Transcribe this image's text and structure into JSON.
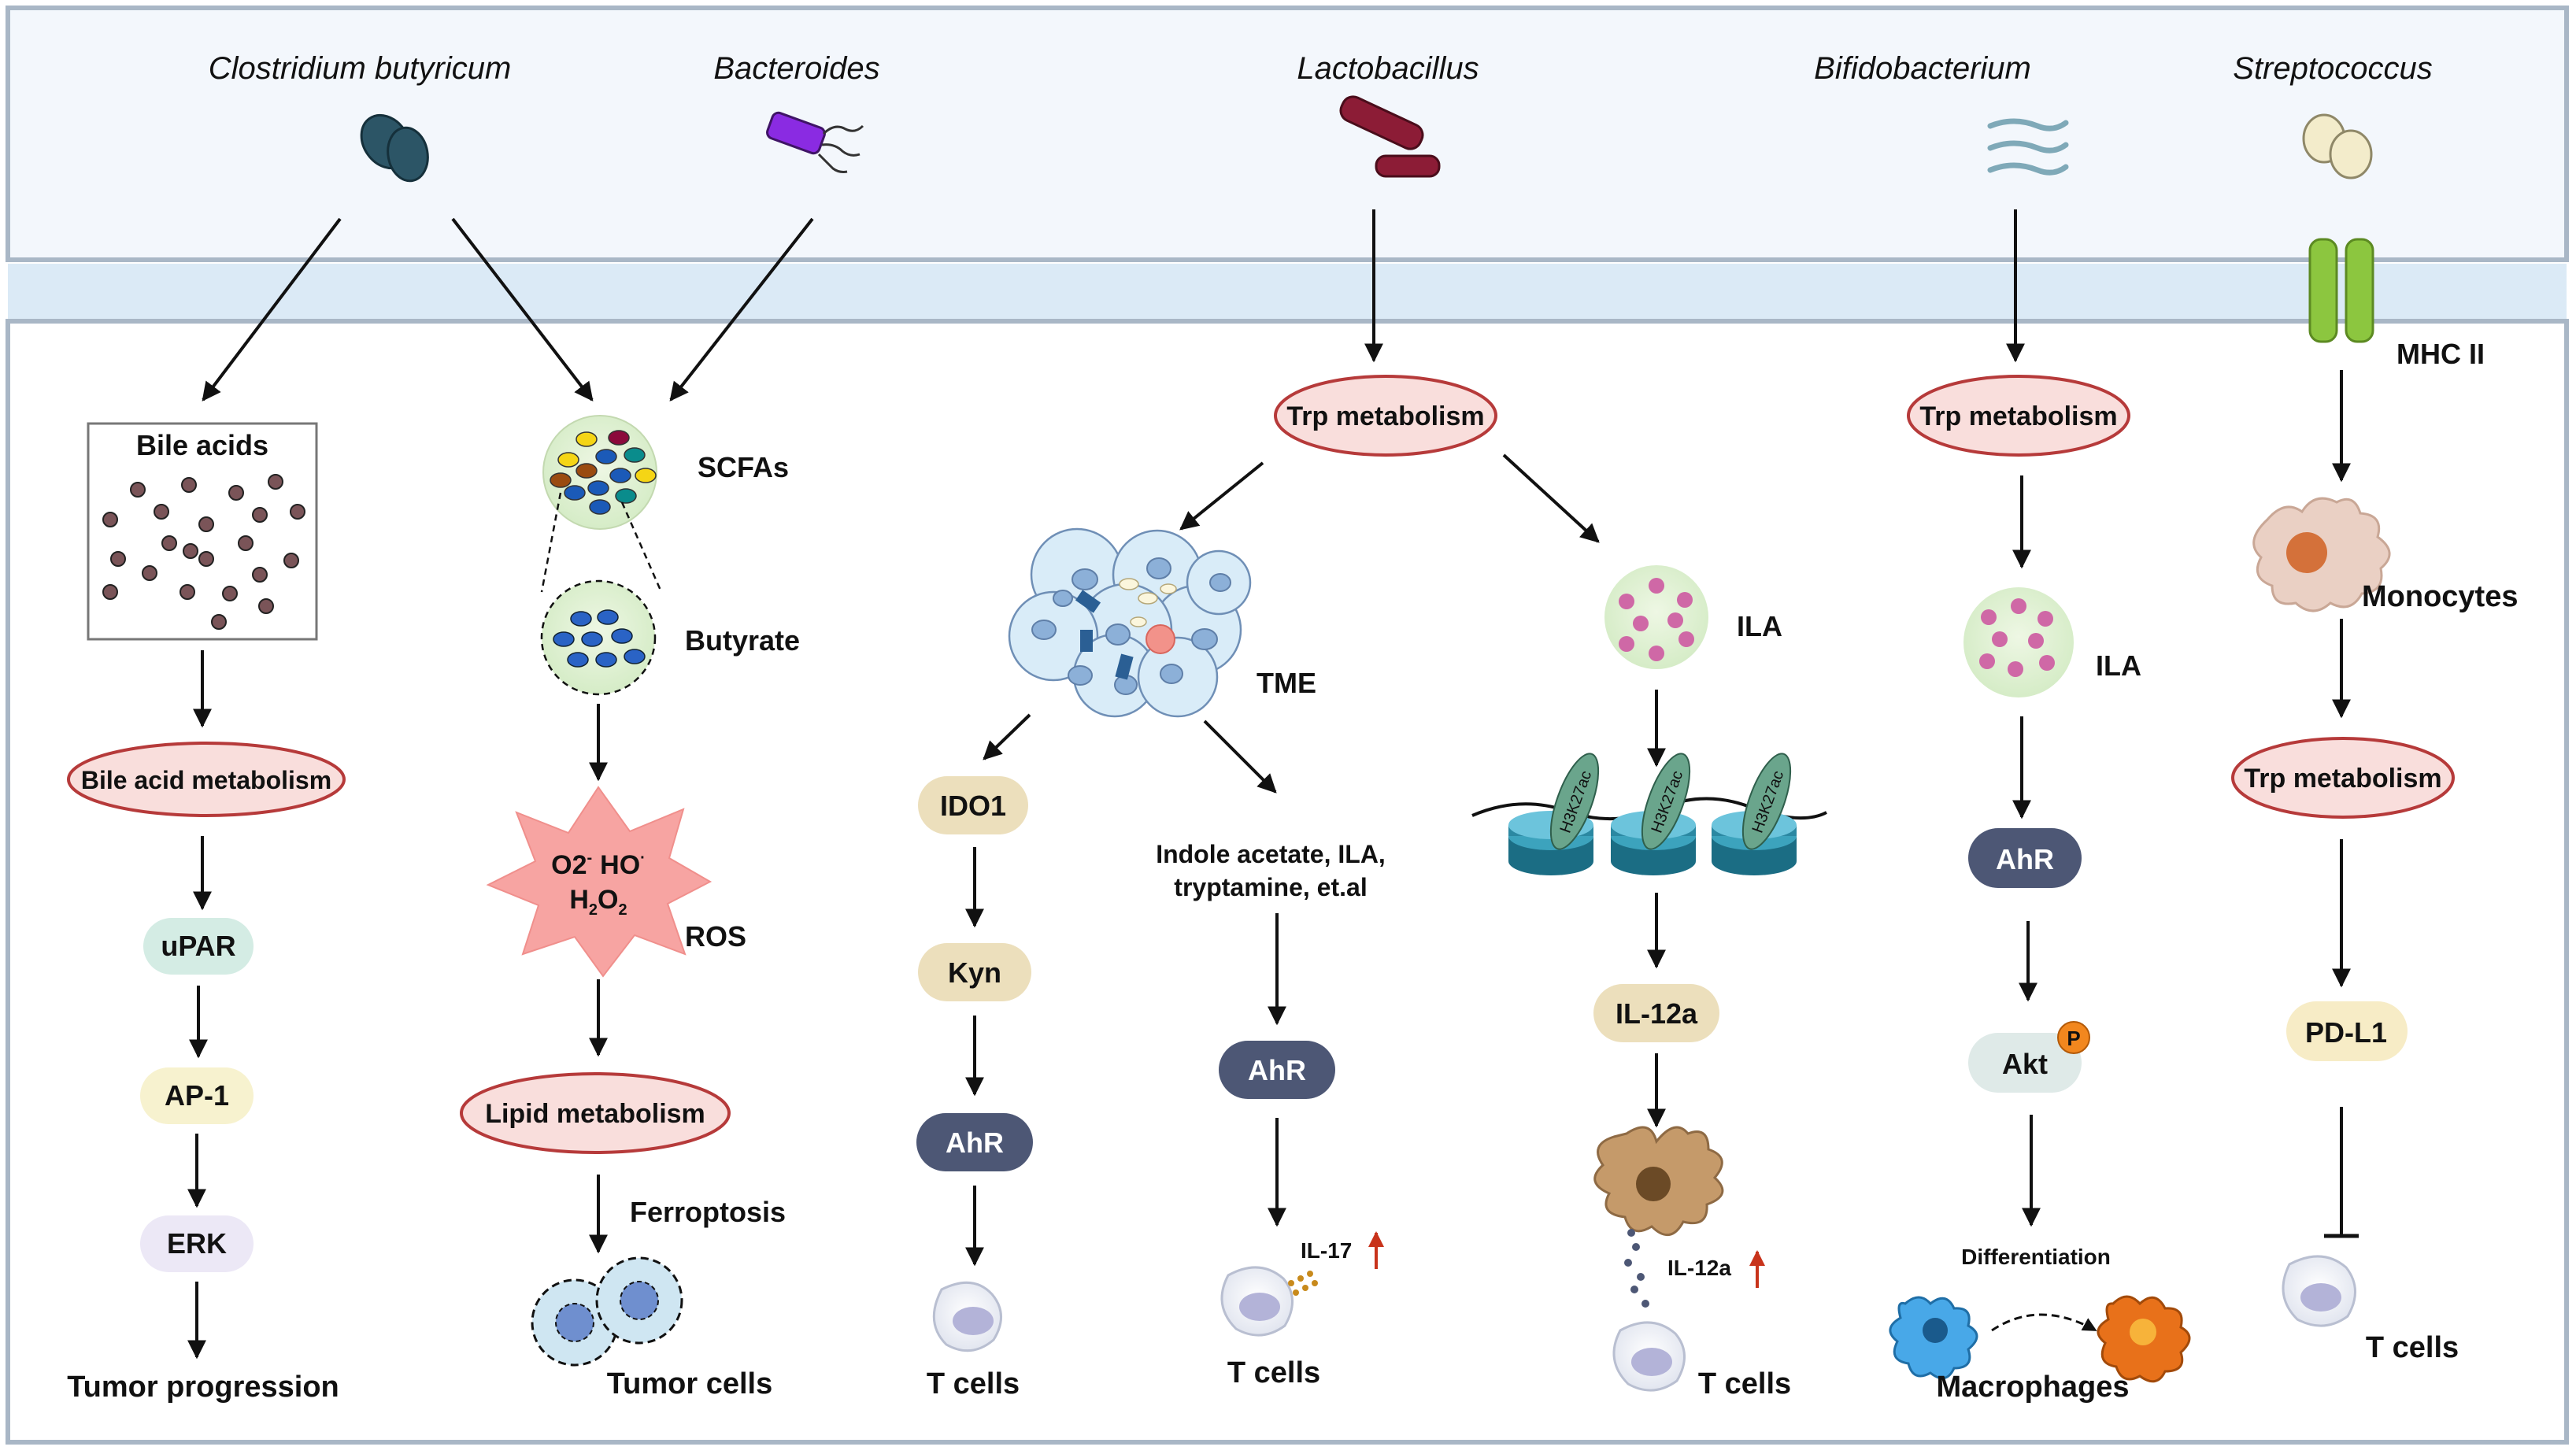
{
  "bacteria": {
    "clostridium": "Clostridium butyricum",
    "bacteroides": "Bacteroides",
    "lactobacillus": "Lactobacillus",
    "bifidobacterium": "Bifidobacterium",
    "streptococcus": "Streptococcus"
  },
  "col1": {
    "bile_acids": "Bile acids",
    "bile_acid_metabolism": "Bile acid metabolism",
    "upar": "uPAR",
    "ap1": "AP-1",
    "erk": "ERK",
    "tumor_progression": "Tumor progression"
  },
  "col2": {
    "scfas": "SCFAs",
    "butyrate": "Butyrate",
    "ros": "ROS",
    "ros_o2": "O2",
    "ros_o2_sup": "-",
    "ros_ho": "HO",
    "ros_ho_sup": "·",
    "ros_h2o2_a": "H",
    "ros_h2o2_s1": "2",
    "ros_h2o2_b": "O",
    "ros_h2o2_s2": "2",
    "lipid_metabolism": "Lipid metabolism",
    "ferroptosis": "Ferroptosis",
    "tumor_cells": "Tumor cells"
  },
  "col3": {
    "trp_metabolism": "Trp metabolism",
    "tme": "TME",
    "ido1": "IDO1",
    "kyn": "Kyn",
    "ahr_left": "AhR",
    "tcells_left": "T cells",
    "indole_line1": "Indole acetate, ILA,",
    "indole_line2": "tryptamine, et.al",
    "ahr_mid": "AhR",
    "il17": "IL-17",
    "tcells_mid": "T cells",
    "ila": "ILA",
    "h3k27ac": "H3K27ac",
    "il12a": "IL-12a",
    "il12a_small": "IL-12a",
    "tcells_right": "T cells"
  },
  "col4": {
    "trp_metabolism": "Trp metabolism",
    "ila": "ILA",
    "ahr": "AhR",
    "akt": "Akt",
    "p": "P",
    "differentiation": "Differentiation",
    "macrophages": "Macrophages"
  },
  "col5": {
    "mhc2": "MHC II",
    "monocytes": "Monocytes",
    "trp_metabolism": "Trp metabolism",
    "pdl1": "PD-L1",
    "tcells": "T cells"
  },
  "colors": {
    "border": "#a9b7c6",
    "membrane_band": "#dbeaf6",
    "oval_fill": "#f9dedc",
    "oval_stroke": "#b63a3a",
    "ahr_fill": "#4d5775",
    "tan_fill": "#ecdfbc",
    "mint_fill": "#d4ece4",
    "yellow_fill": "#f7f2cf",
    "lavender_fill": "#ece8f6",
    "akt_fill": "#dfeae8",
    "red_arrow": "#c8331b"
  }
}
